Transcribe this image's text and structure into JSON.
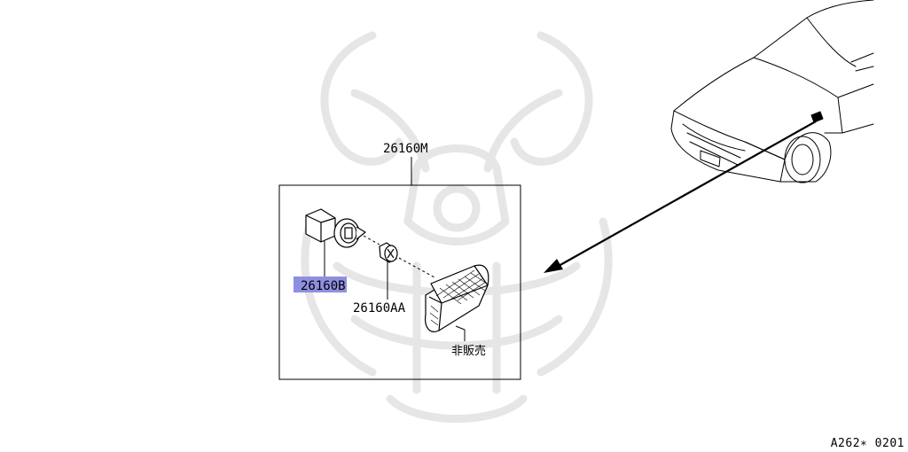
{
  "labels": {
    "assembly": "26160M",
    "socket": "26160B",
    "bulb": "26160AA",
    "not_for_sale": "非販売"
  },
  "diagram_code": "A262∗ 0201",
  "colors": {
    "line": "#000000",
    "highlight": "#8f8fe0",
    "watermark": "#e4e4e4"
  }
}
